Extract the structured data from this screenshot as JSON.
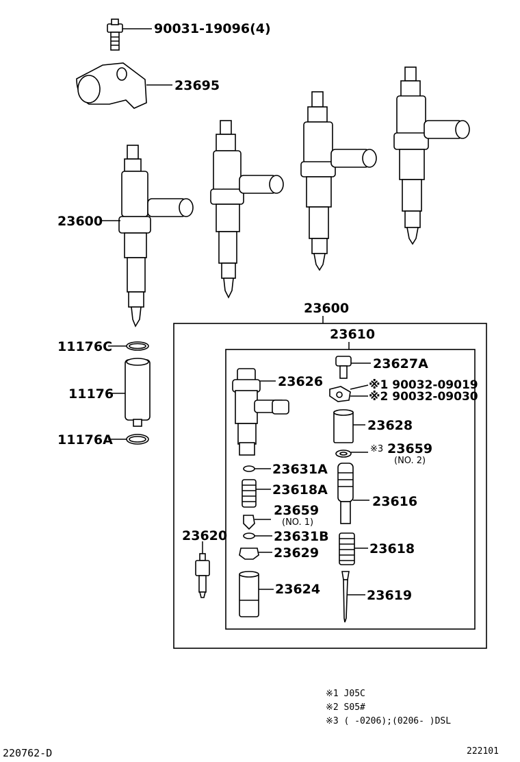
{
  "labels": {
    "bolt": "90031-19096(4)",
    "clamp": "23695",
    "injector_assy": "23600",
    "kit_header": "23600",
    "holder_kit": "23610",
    "gasket_c": "11176C",
    "sleeve": "11176",
    "gasket_a": "11176A",
    "nozzle": "23620",
    "body": "23626",
    "fitting": "23627A",
    "washer_1": "※1 90032-09019",
    "washer_2": "※2 90032-09030",
    "nut": "23628",
    "shim_2": "23659",
    "shim_2_note": "(NO. 2)",
    "shim_2_mark": "※3",
    "shim_a": "23631A",
    "spring_a": "23618A",
    "shim_1": "23659",
    "shim_1_note": "(NO. 1)",
    "rod": "23616",
    "shim_b": "23631B",
    "seat": "23629",
    "spring": "23618",
    "retaining_nut": "23624",
    "pin": "23619"
  },
  "notes": {
    "n1": "※1  J05C",
    "n2": "※2  S05#",
    "n3": "※3  (     -0206);(0206-     )DSL"
  },
  "footer": {
    "left_code": "220762-D",
    "right_code": "222101"
  }
}
